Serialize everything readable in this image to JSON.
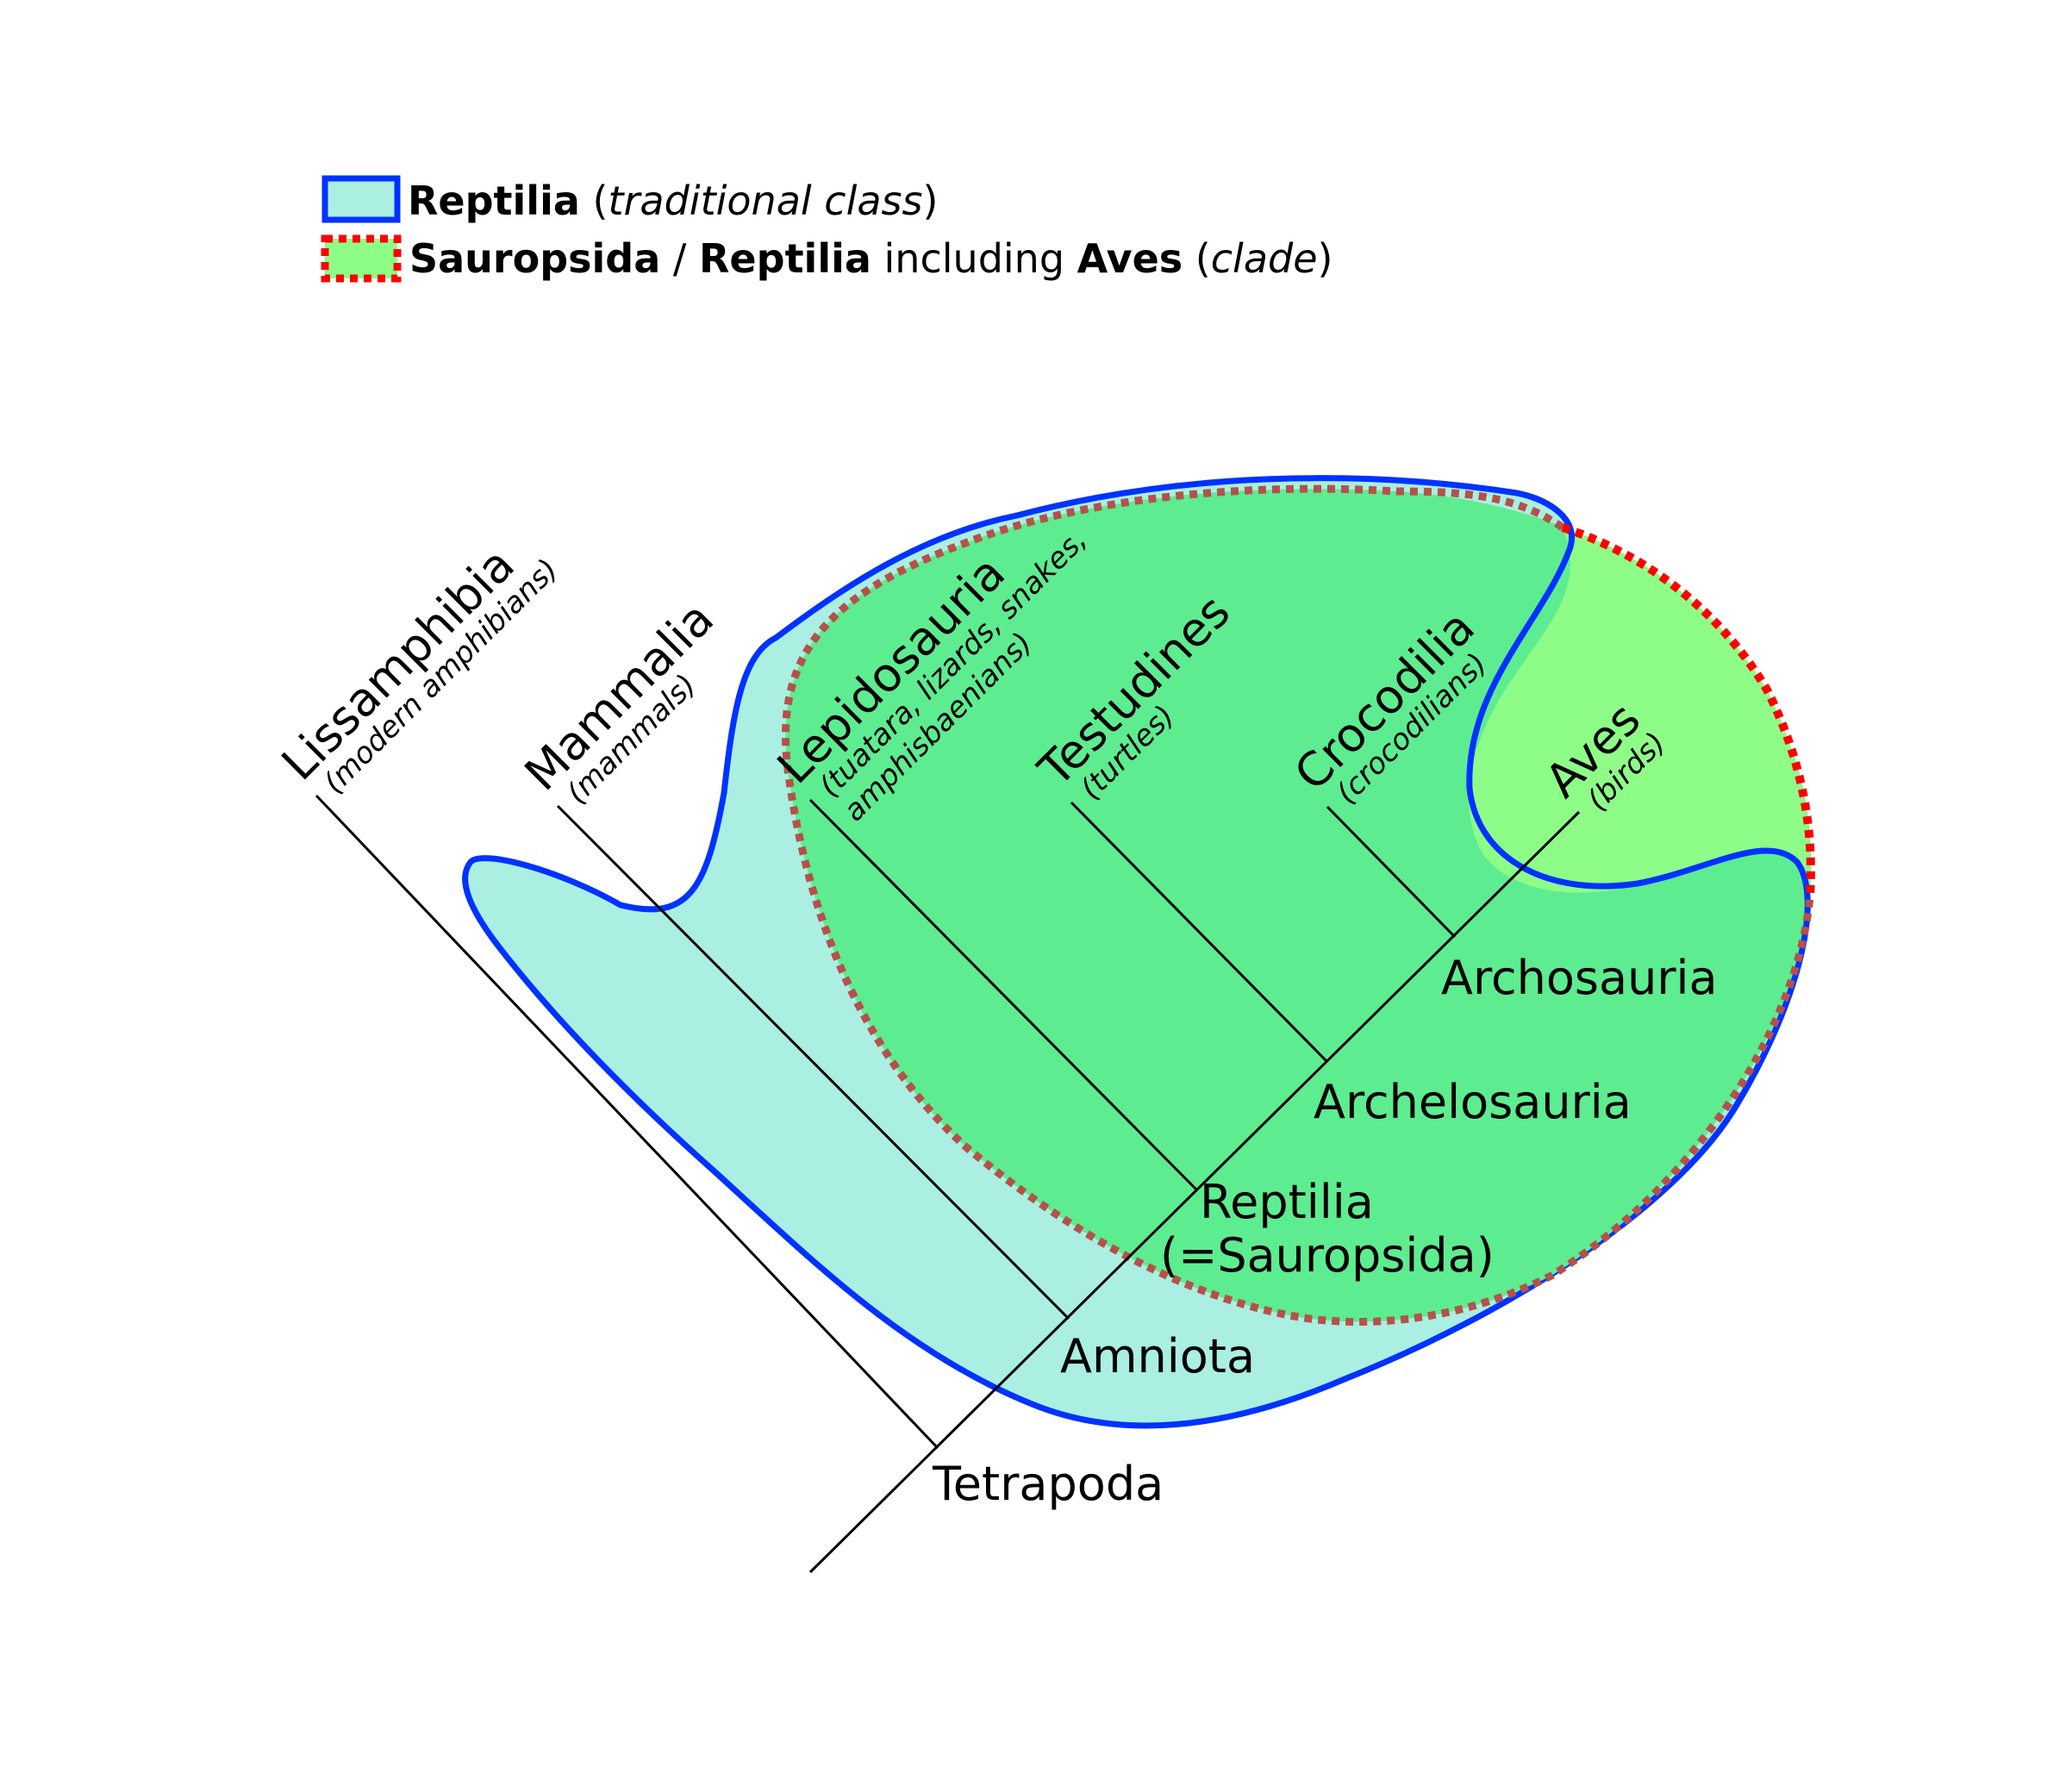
{
  "colors": {
    "reptilia_fill": "#aaefe2",
    "reptilia_stroke": "#0032ff",
    "sauropsida_fill": "#5eec90",
    "sauropsida_stroke": "#b5514a",
    "aves_fill": "#8efd88",
    "aves_stroke": "#ff0000",
    "branch": "#000000"
  },
  "legend": {
    "reptilia": {
      "name": "Reptilia",
      "open": " (",
      "desc": "traditional class",
      "close": ")",
      "swatch": "blue-outlined-box-icon"
    },
    "sauropsida": {
      "name1": "Sauropsida",
      "sep": " / ",
      "name2": "Reptilia",
      "mid": " including ",
      "name3": "Aves",
      "open": " (",
      "desc": "clade",
      "close": ")",
      "swatch": "red-dotted-box-icon"
    }
  },
  "taxa": {
    "lissamphibia": {
      "name": "Lissamphibia",
      "common": "(modern amphibians)"
    },
    "mammalia": {
      "name": "Mammalia",
      "common": "(mammals)"
    },
    "lepidosauria": {
      "name": "Lepidosauria",
      "common1": "(tuatara, lizards, snakes,",
      "common2": "amphisbaenians)"
    },
    "testudines": {
      "name": "Testudines",
      "common": "(turtles)"
    },
    "crocodilia": {
      "name": "Crocodilia",
      "common": "(crocodilians)"
    },
    "aves": {
      "name": "Aves",
      "common": "(birds)"
    }
  },
  "nodes": {
    "tetrapoda": "Tetrapoda",
    "amniota": "Amniota",
    "reptilia_line1": "Reptilia",
    "reptilia_line2": "(=Sauropsida)",
    "archelosauria": "Archelosauria",
    "archosauria": "Archosauria"
  }
}
